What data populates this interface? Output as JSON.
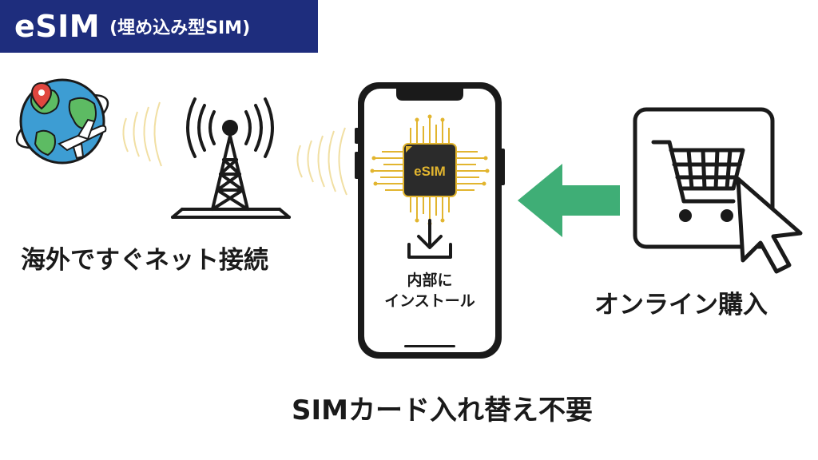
{
  "header": {
    "title": "eSIM",
    "subtitle": "(埋め込み型SIM)",
    "background_color": "#1e2d7d"
  },
  "captions": {
    "left": "海外ですぐネット接続",
    "right": "オンライン購入",
    "bottom": "SIMカード入れ替え不要"
  },
  "phone": {
    "chip_label": "eSIM",
    "install_line1": "内部に",
    "install_line2": "インストール"
  },
  "icons": {
    "globe": "globe-with-airplane-icon",
    "tower": "signal-tower-icon",
    "chip": "esim-chip-icon",
    "download": "download-icon",
    "cart": "shopping-cart-icon",
    "cursor": "mouse-cursor-icon",
    "arrow": "left-arrow-icon"
  },
  "colors": {
    "arrow": "#3fae76",
    "chip_glow": "#e2b52f"
  }
}
